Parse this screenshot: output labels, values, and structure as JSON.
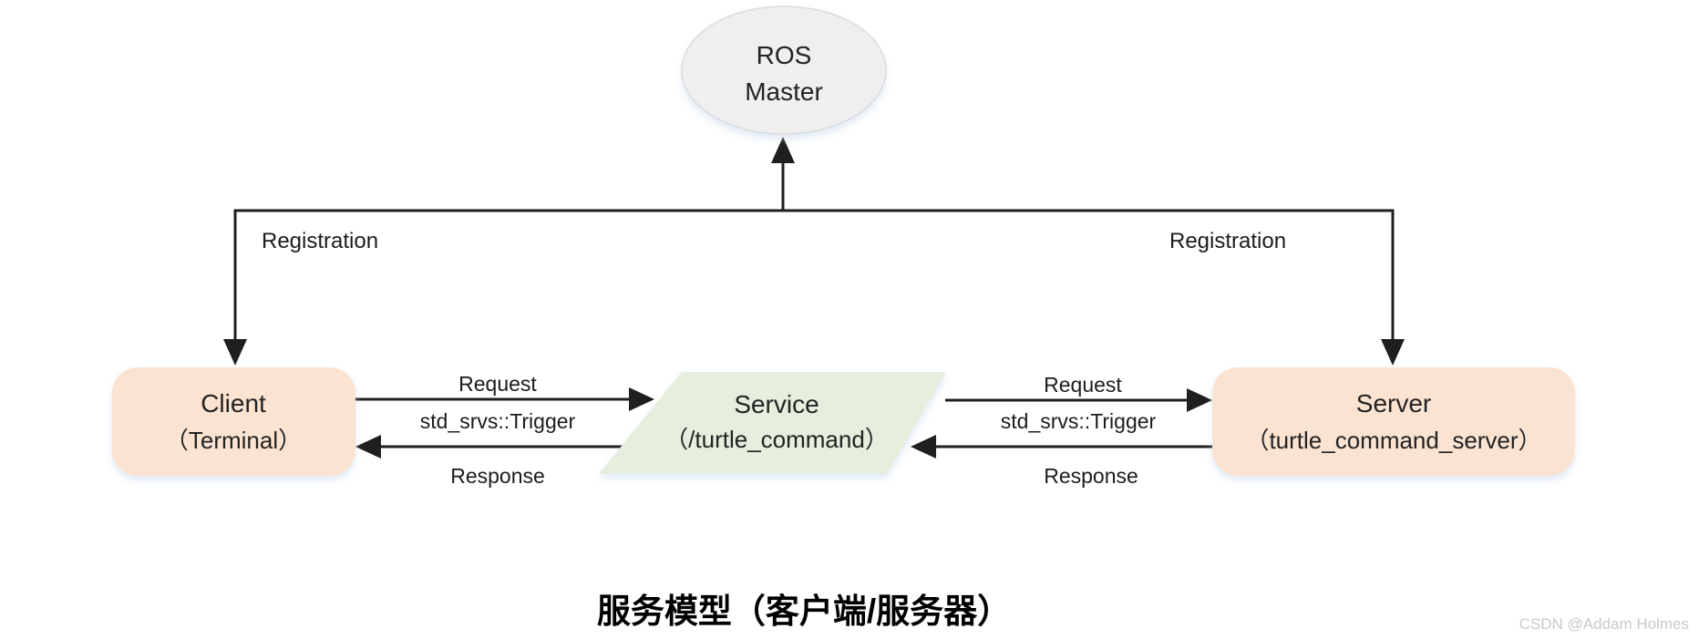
{
  "colors": {
    "node_peach": "#fbe3d2",
    "node_green": "#e6eedd",
    "node_gray": "#efeff0",
    "node_gray_border": "#dcdcdc",
    "line": "#1f1f1f",
    "watermark": "#c9c9c9"
  },
  "nodes": {
    "ros_master": {
      "line1": "ROS",
      "line2": "Master"
    },
    "client": {
      "line1": "Client",
      "line2": "（Terminal）"
    },
    "service": {
      "line1": "Service",
      "line2": "（/turtle_command）"
    },
    "server": {
      "line1": "Server",
      "line2": "（turtle_command_server）"
    }
  },
  "labels": {
    "registration_left": "Registration",
    "registration_right": "Registration",
    "left": {
      "request": "Request",
      "type": "std_srvs::Trigger",
      "response": "Response"
    },
    "right": {
      "request": "Request",
      "type": "std_srvs::Trigger",
      "response": "Response"
    }
  },
  "caption": "服务模型（客户端/服务器）",
  "watermark": "CSDN @Addam Holmes"
}
